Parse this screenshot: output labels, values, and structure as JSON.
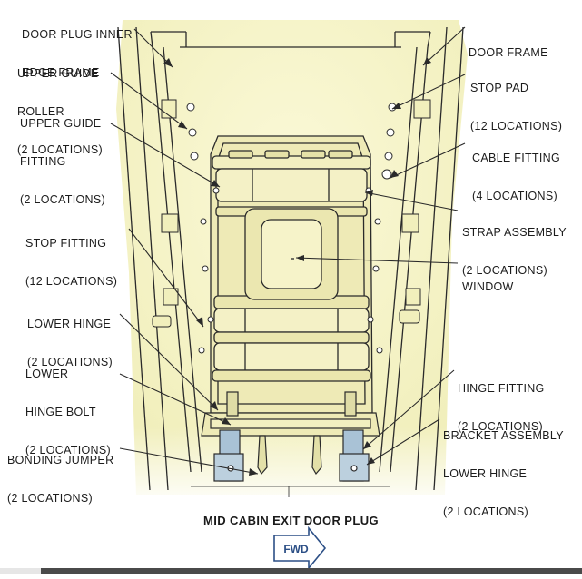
{
  "caption": "MID CABIN EXIT DOOR PLUG",
  "direction_label": "FWD",
  "colors": {
    "panel": "#f6f4c6",
    "door_fill": "#eeeab6",
    "line": "#2a2a2a",
    "arrow": "#2c4f86"
  },
  "labels": {
    "door_plug_inner_edge_frame": [
      "DOOR PLUG INNER",
      "EDGE FRAME"
    ],
    "upper_guide_roller": [
      "UPPER GUIDE",
      "ROLLER",
      "(2 LOCATIONS)"
    ],
    "upper_guide_fitting": [
      "UPPER GUIDE",
      "FITTING",
      "(2 LOCATIONS)"
    ],
    "stop_fitting": [
      "STOP FITTING",
      "(12 LOCATIONS)"
    ],
    "lower_hinge": [
      "LOWER HINGE",
      "(2 LOCATIONS)"
    ],
    "lower_hinge_bolt": [
      "LOWER",
      "HINGE BOLT",
      "(2 LOCATIONS)"
    ],
    "bonding_jumper": [
      "BONDING JUMPER",
      "(2 LOCATIONS)"
    ],
    "door_frame": [
      "DOOR FRAME"
    ],
    "stop_pad": [
      "STOP PAD",
      "(12 LOCATIONS)"
    ],
    "cable_fitting": [
      "CABLE FITTING",
      "(4 LOCATIONS)"
    ],
    "strap_assembly": [
      "STRAP ASSEMBLY",
      "(2 LOCATIONS)"
    ],
    "window": [
      "WINDOW"
    ],
    "hinge_fitting": [
      "HINGE FITTING",
      "(2 LOCATIONS)"
    ],
    "bracket_assembly_lower_hinge": [
      "BRACKET ASSEMBLY",
      "LOWER HINGE",
      "(2 LOCATIONS)"
    ]
  },
  "video_progress_fraction": 0.07
}
